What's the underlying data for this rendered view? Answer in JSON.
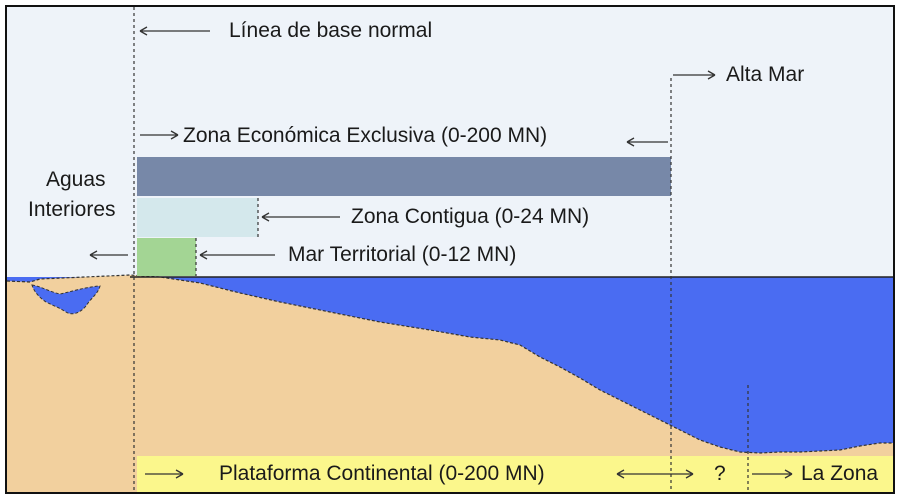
{
  "diagram": {
    "colors": {
      "sky": "#eef3f9",
      "sea": "#4a6cf2",
      "land": "#f2d09e",
      "eez_bar": "#7788a8",
      "contiguous_bar": "#d4e8ec",
      "territorial_bar": "#a3d594",
      "shelf_band": "#fbf78c",
      "lines": "#333333",
      "frame": "#111111"
    },
    "labels": {
      "baseline": "Línea de base normal",
      "high_seas": "Alta Mar",
      "eez": "Zona Económica Exclusiva (0-200 MN)",
      "internal_waters_line1": "Aguas",
      "internal_waters_line2": "Interiores",
      "contiguous_zone": "Zona Contigua (0-24 MN)",
      "territorial_sea": "Mar Territorial (0-12 MN)",
      "continental_shelf": "Plataforma Continental (0-200 MN)",
      "unknown": "?",
      "the_area": "La Zona"
    },
    "icons": {
      "arrow_right": "→",
      "arrow_left": "←",
      "arrow_both": "⟷"
    }
  }
}
